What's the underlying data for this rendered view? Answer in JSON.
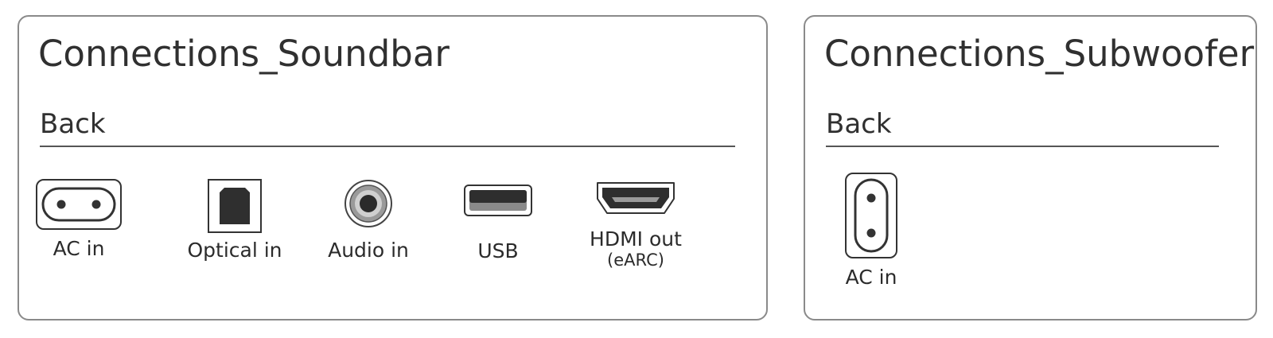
{
  "soundbar": {
    "title": "Connections_Soundbar",
    "section": "Back",
    "ports": [
      {
        "icon": "ac-power-socket-icon",
        "label": "AC in"
      },
      {
        "icon": "optical-socket-icon",
        "label": "Optical in"
      },
      {
        "icon": "audio-jack-icon",
        "label": "Audio in"
      },
      {
        "icon": "usb-port-icon",
        "label": "USB"
      },
      {
        "icon": "hdmi-port-icon",
        "label": "HDMI out",
        "sublabel": "(eARC)"
      }
    ]
  },
  "subwoofer": {
    "title": "Connections_Subwoofer",
    "section": "Back",
    "ports": [
      {
        "icon": "ac-power-socket-vertical-icon",
        "label": "AC in"
      }
    ]
  }
}
